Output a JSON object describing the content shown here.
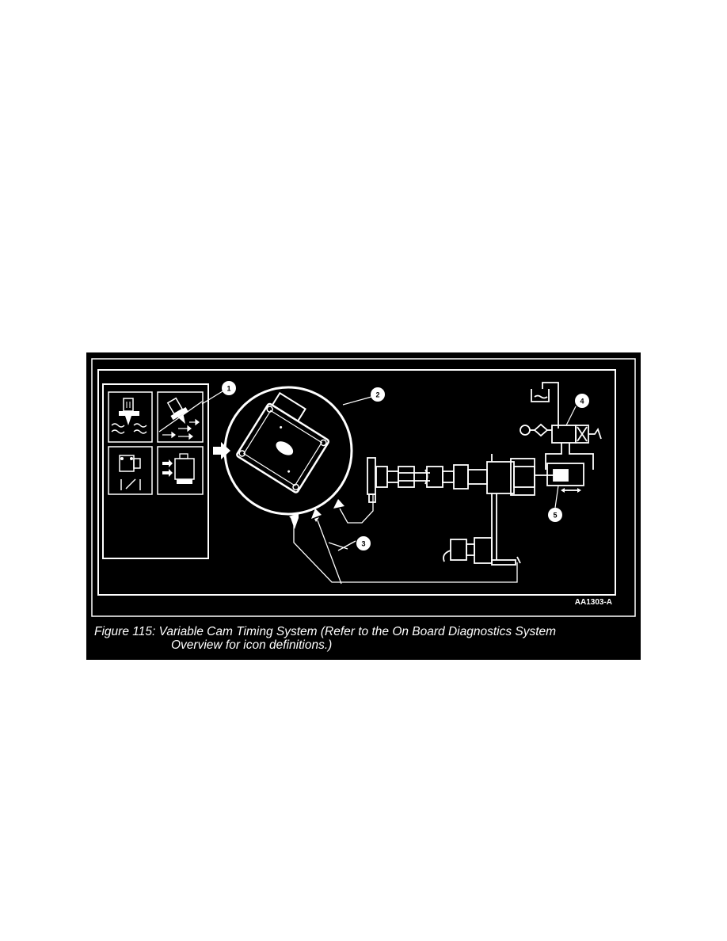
{
  "figure": {
    "number_label": "Figure 115:",
    "caption_line1": "Variable Cam Timing System (Refer to the On Board Diagnostics System",
    "caption_line2": "Overview for icon definitions.)",
    "art_code": "AA1303-A"
  },
  "callouts": [
    "1",
    "2",
    "3",
    "4",
    "5"
  ],
  "colors": {
    "background": "#000000",
    "line_art": "#ffffff",
    "page": "#ffffff"
  },
  "icons": [
    "ect-sensor-icon",
    "iat-sensor-icon",
    "tp-sensor-icon",
    "vss-sensor-icon"
  ]
}
